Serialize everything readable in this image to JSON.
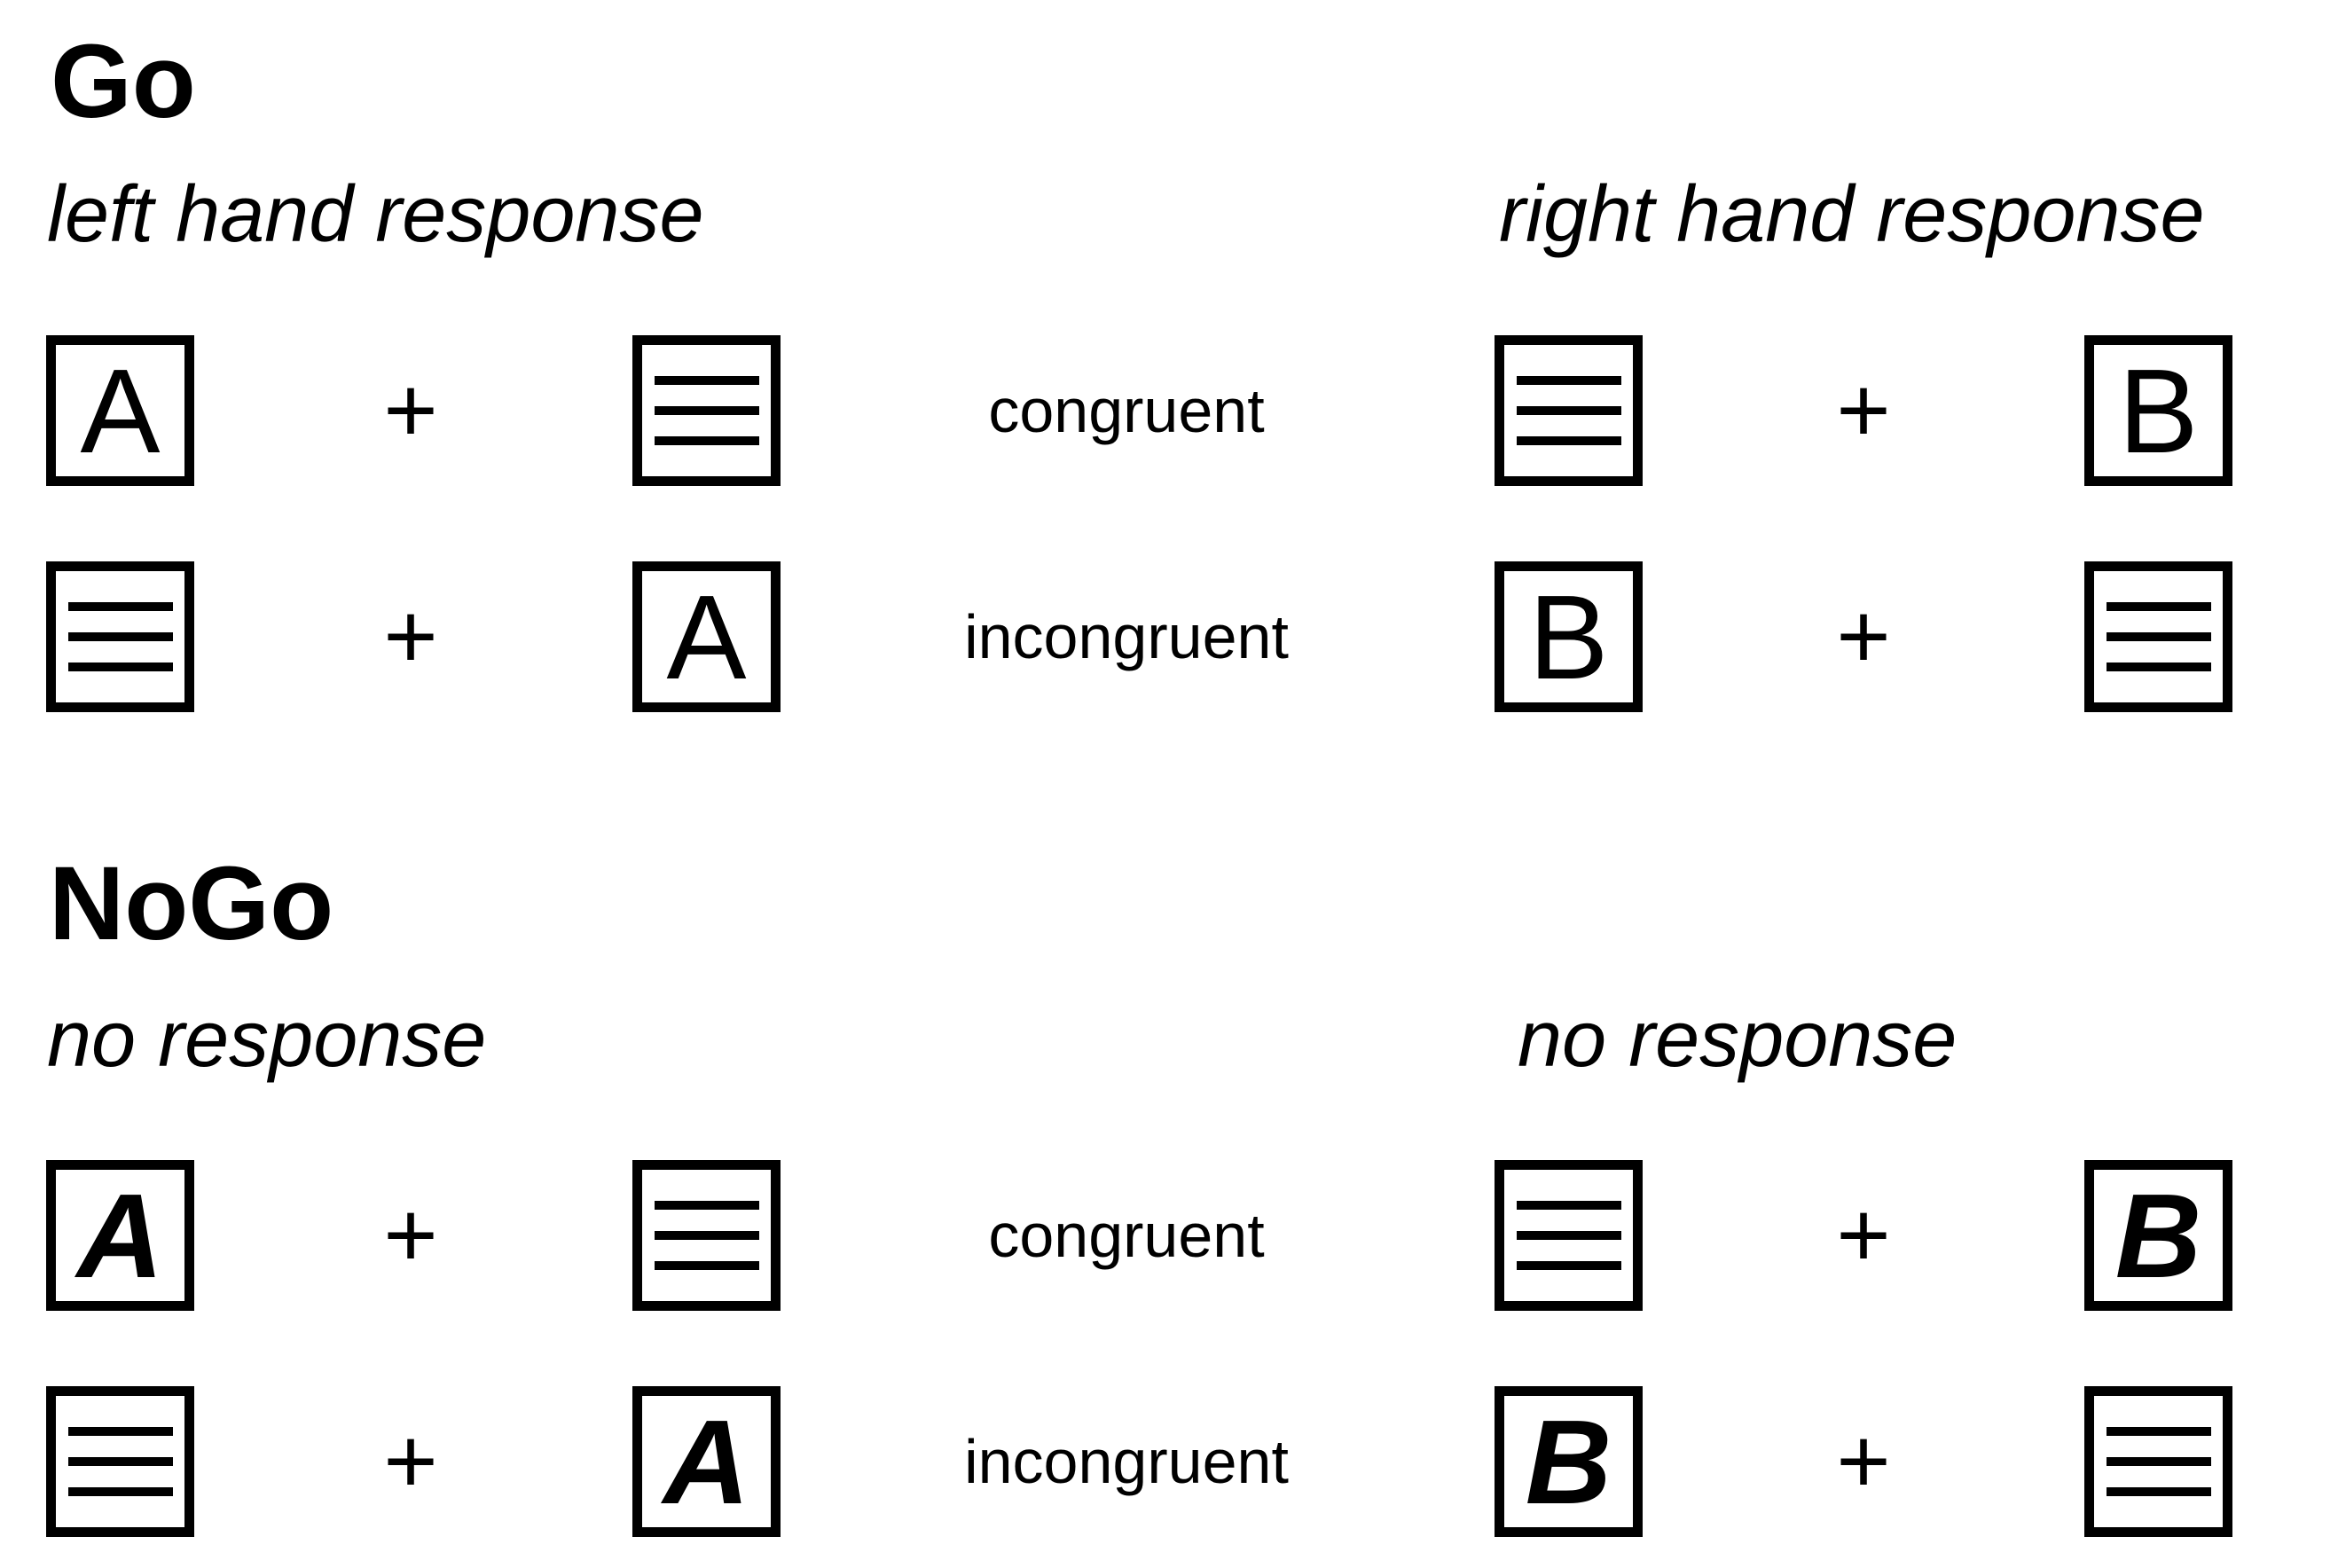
{
  "colors": {
    "foreground": "#000000",
    "background": "#ffffff"
  },
  "plus": "+",
  "go": {
    "title": "Go",
    "left_label": "left hand response",
    "right_label": "right hand response",
    "rows": [
      {
        "label": "congruent",
        "left_letter": "A",
        "right_letter": "B"
      },
      {
        "label": "incongruent",
        "left_letter": "A",
        "right_letter": "B"
      }
    ]
  },
  "nogo": {
    "title": "NoGo",
    "left_label": "no response",
    "right_label": "no response",
    "rows": [
      {
        "label": "congruent",
        "left_letter": "A",
        "right_letter": "B"
      },
      {
        "label": "incongruent",
        "left_letter": "A",
        "right_letter": "B"
      }
    ]
  }
}
